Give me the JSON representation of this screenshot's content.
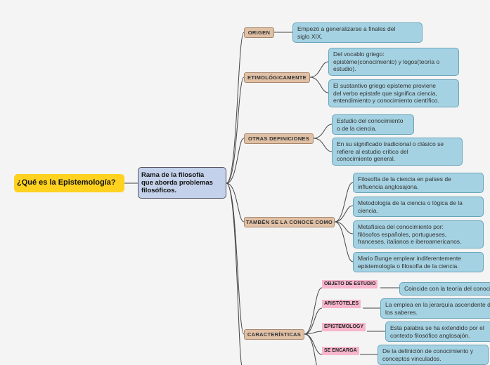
{
  "root": {
    "label": "¿Qué es la Epistemología?"
  },
  "main": {
    "lines": [
      "Rama de la filosofía",
      "que aborda problemas",
      "filosóficos."
    ]
  },
  "categories": [
    {
      "label": "ORIGEN"
    },
    {
      "label": "ETIMOLÓGICAMENTE"
    },
    {
      "label": "OTRAS DEFINICIONES"
    },
    {
      "label": "TAMBÉN SE LA CONOCE COMO"
    },
    {
      "label": "CARACTERÍSTICAS"
    }
  ],
  "leaves": [
    {
      "lines": [
        "Empezó a generalizarse a finales del",
        "siglo XIX."
      ]
    },
    {
      "lines": [
        "Del vocablo griego:",
        "epistéme(conocimiento) y logos(teoría o",
        "estudio)."
      ]
    },
    {
      "lines": [
        "El sustantivo griego episteme proviene",
        "del verbo epistafe que significa ciencia,",
        "entendimiento y conocimiento científico."
      ]
    },
    {
      "lines": [
        "Estudio del conocimiento",
        "o de la ciencia."
      ]
    },
    {
      "lines": [
        "En su significado tradicional o clásico se",
        "refiere al estudio crítico del",
        "conocimiento general."
      ]
    },
    {
      "lines": [
        "Filosofía de la ciencia en países de",
        "influencia anglosajona."
      ]
    },
    {
      "lines": [
        "Metodología de la ciencia o lógica de la",
        "ciencia."
      ]
    },
    {
      "lines": [
        "Metafísica del conocimiento por:",
        "filósofos españoles, portugueses,",
        "franceses, italianos e iberoamericanos."
      ]
    },
    {
      "lines": [
        "Mario Bunge emplear indiferentemente",
        "epistemología o filosofía de la ciencia."
      ]
    }
  ],
  "characteristics": [
    {
      "label": "OBJETO DE ESTUDIO",
      "lines": [
        "Coincide con la teoría del conocimiento."
      ]
    },
    {
      "label": "ARISTÓTELES",
      "lines": [
        "La emplea en la jerarquía ascendente de",
        "los saberes."
      ]
    },
    {
      "label": "EPISTEMOLOGY",
      "lines": [
        "Esta palabra se ha extendido por el",
        "contexto filosófico anglosajón."
      ]
    },
    {
      "label": "SE ENCARGA",
      "lines": [
        "De la definición de conocimiento y",
        "conceptos vinculados."
      ]
    }
  ]
}
